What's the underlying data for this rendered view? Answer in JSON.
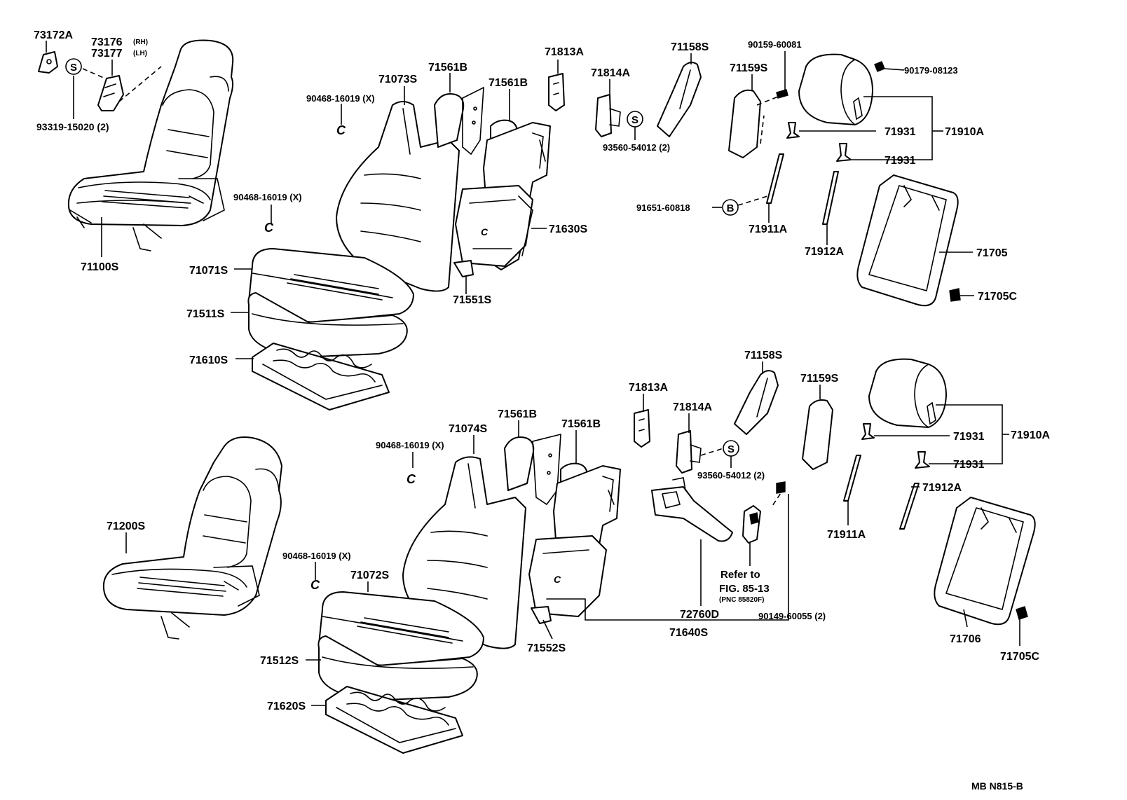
{
  "labels": {
    "p73172A": "73172A",
    "p73176": "73176",
    "p73176_side": "(RH)",
    "p73177": "73177",
    "p73177_side": "(LH)",
    "p93319": "93319-15020 (2)",
    "p71100S": "71100S",
    "p90468_a": "90468-16019 (X)",
    "p71073S": "71073S",
    "p71561B_a": "71561B",
    "p71561B_b": "71561B",
    "p90468_b": "90468-16019 (X)",
    "p71071S": "71071S",
    "p71511S": "71511S",
    "p71610S": "71610S",
    "p71813A_t": "71813A",
    "p71814A_t": "71814A",
    "p93560_t": "93560-54012 (2)",
    "p71630S": "71630S",
    "p71551S": "71551S",
    "p71158S_t": "71158S",
    "p71159S_t": "71159S",
    "p90159": "90159-60081",
    "p90179": "90179-08123",
    "p71931_a": "71931",
    "p71931_b": "71931",
    "p71910A_t": "71910A",
    "p91651": "91651-60818",
    "p71911A_t": "71911A",
    "p71912A_t": "71912A",
    "p71705": "71705",
    "p71705C_t": "71705C",
    "p71158S_b": "71158S",
    "p71159S_b": "71159S",
    "p71813A_b": "71813A",
    "p71814A_b": "71814A",
    "p71561B_c": "71561B",
    "p71561B_d": "71561B",
    "p71074S": "71074S",
    "p90468_c": "90468-16019 (X)",
    "p93560_b": "93560-54012 (2)",
    "p71200S": "71200S",
    "p90468_d": "90468-16019 (X)",
    "p71072S": "71072S",
    "p71512S": "71512S",
    "p71620S": "71620S",
    "p71552S": "71552S",
    "p72760D": "72760D",
    "p71640S": "71640S",
    "refer1": "Refer to",
    "refer2": "FIG. 85-13",
    "refer3": "(PNC 85820F)",
    "p90149": "90149-60055 (2)",
    "p71931_c": "71931",
    "p71931_d": "71931",
    "p71910A_b": "71910A",
    "p71912A_b": "71912A",
    "p71911A_b": "71911A",
    "p71706": "71706",
    "p71705C_b": "71705C",
    "code": "MB N815-B"
  },
  "callout_symbols": {
    "s": "S",
    "b": "B",
    "c": "C"
  }
}
